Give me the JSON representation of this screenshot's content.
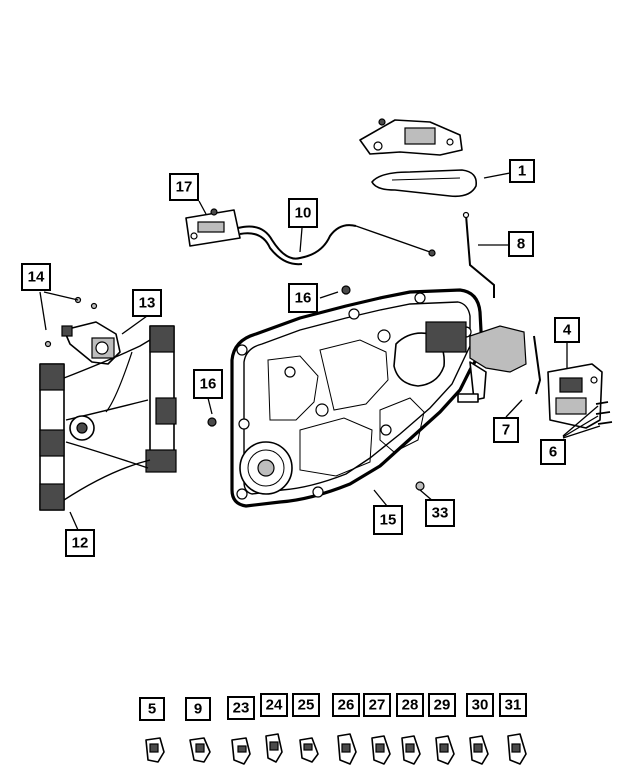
{
  "callouts": [
    {
      "id": "c1",
      "label": "1"
    },
    {
      "id": "c4",
      "label": "4"
    },
    {
      "id": "c5",
      "label": "5"
    },
    {
      "id": "c6",
      "label": "6"
    },
    {
      "id": "c7",
      "label": "7"
    },
    {
      "id": "c8",
      "label": "8"
    },
    {
      "id": "c9",
      "label": "9"
    },
    {
      "id": "c10",
      "label": "10"
    },
    {
      "id": "c12",
      "label": "12"
    },
    {
      "id": "c13",
      "label": "13"
    },
    {
      "id": "c14",
      "label": "14"
    },
    {
      "id": "c15",
      "label": "15"
    },
    {
      "id": "c16a",
      "label": "16"
    },
    {
      "id": "c16b",
      "label": "16"
    },
    {
      "id": "c17",
      "label": "17"
    },
    {
      "id": "c23",
      "label": "23"
    },
    {
      "id": "c24",
      "label": "24"
    },
    {
      "id": "c25",
      "label": "25"
    },
    {
      "id": "c26",
      "label": "26"
    },
    {
      "id": "c27",
      "label": "27"
    },
    {
      "id": "c28",
      "label": "28"
    },
    {
      "id": "c29",
      "label": "29"
    },
    {
      "id": "c30",
      "label": "30"
    },
    {
      "id": "c31",
      "label": "31"
    },
    {
      "id": "c33",
      "label": "33"
    }
  ]
}
